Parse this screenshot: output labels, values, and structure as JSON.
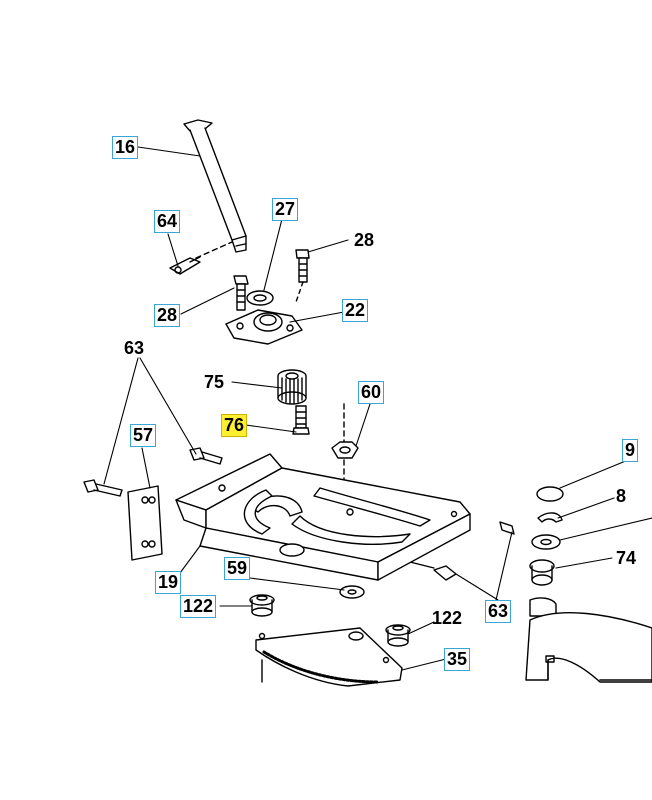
{
  "colors": {
    "label_border": "#3aa6d6",
    "highlight_fill": "#ffef2e",
    "line": "#000000",
    "part_fill": "#ffffff"
  },
  "highlighted_part": "76",
  "parts": {
    "p16": "16",
    "p27": "27",
    "p64": "64",
    "p28a": "28",
    "p28b": "28",
    "p22": "22",
    "p63a": "63",
    "p75": "75",
    "p60": "60",
    "p76": "76",
    "p57": "57",
    "p9": "9",
    "p8": "8",
    "p74": "74",
    "p19": "19",
    "p59": "59",
    "p63b": "63",
    "p122a": "122",
    "p122b": "122",
    "p35": "35"
  }
}
